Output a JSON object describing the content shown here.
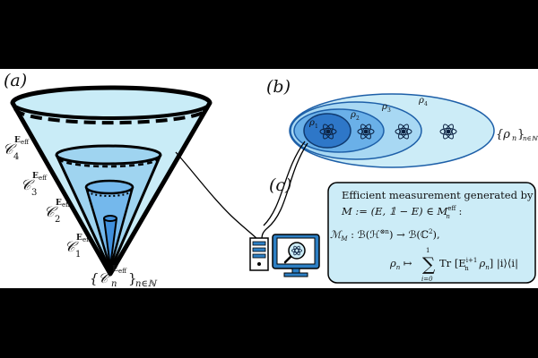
{
  "panels": {
    "a": "(a)",
    "b": "(b)",
    "c": "(c)"
  },
  "cone": {
    "labels": [
      {
        "main": "𝒞",
        "sup": "E",
        "supsub": "eff",
        "sub": "4"
      },
      {
        "main": "𝒞",
        "sup": "E",
        "supsub": "eff",
        "sub": "3"
      },
      {
        "main": "𝒞",
        "sup": "E",
        "supsub": "eff",
        "sub": "2"
      },
      {
        "main": "𝒞",
        "sup": "E",
        "supsub": "eff",
        "sub": "1"
      }
    ],
    "sequence": {
      "open": "{𝒞",
      "sup": "E",
      "supsub": "eff",
      "sub": "n",
      "close": "}",
      "index": "n∈ℕ"
    }
  },
  "states": {
    "rho_labels": [
      "ρ",
      "ρ",
      "ρ",
      "ρ"
    ],
    "rho_subs": [
      "1",
      "2",
      "3",
      "4"
    ],
    "sequence": {
      "open": "{ρ",
      "sub": "n",
      "close": "}",
      "index": "n∈ℕ"
    }
  },
  "measurement": {
    "line1": "Efficient measurement generated by",
    "line2": "M := (E, 𝟙 − E) ∈ M",
    "line2_sup": "eff",
    "line2_sub": "n",
    "line2_end": " :",
    "line3": "ℳ",
    "line3_sub": "M",
    "line3_rest": " : ℬ(ℋ",
    "line3_sup": "⊗n",
    "line3_rest2": ") → ℬ(ℂ",
    "line3_sup2": "2",
    "line3_end": "),",
    "line4_lhs": "ρ",
    "line4_lhs_sub": "n",
    "line4_map": " ↦ ",
    "sum": "∑",
    "sum_top": "1",
    "sum_bot": "i=0",
    "line4_tr": "Tr [E",
    "line4_tr_sup": "i+1",
    "line4_tr_sub": "n",
    "line4_rho": " ρ",
    "line4_rho_sub": "n",
    "line4_end": "] |i⟩⟨i|"
  },
  "colors": {
    "cone_light": "#c9ecf7",
    "cone_mid": "#9fd4f0",
    "cone_inner": "#74b8ec",
    "cone_core": "#3f8fdc",
    "ellipse_outer": "#ccecf7",
    "ellipse_2": "#a8d8f3",
    "ellipse_3": "#6ab0e8",
    "ellipse_core": "#2e77c8",
    "box_fill": "#ccecf7",
    "monitor": "#2d7fc4"
  },
  "icons": [
    "quantum-state-icon",
    "computer-tower-icon",
    "monitor-icon",
    "magnifier-icon"
  ]
}
